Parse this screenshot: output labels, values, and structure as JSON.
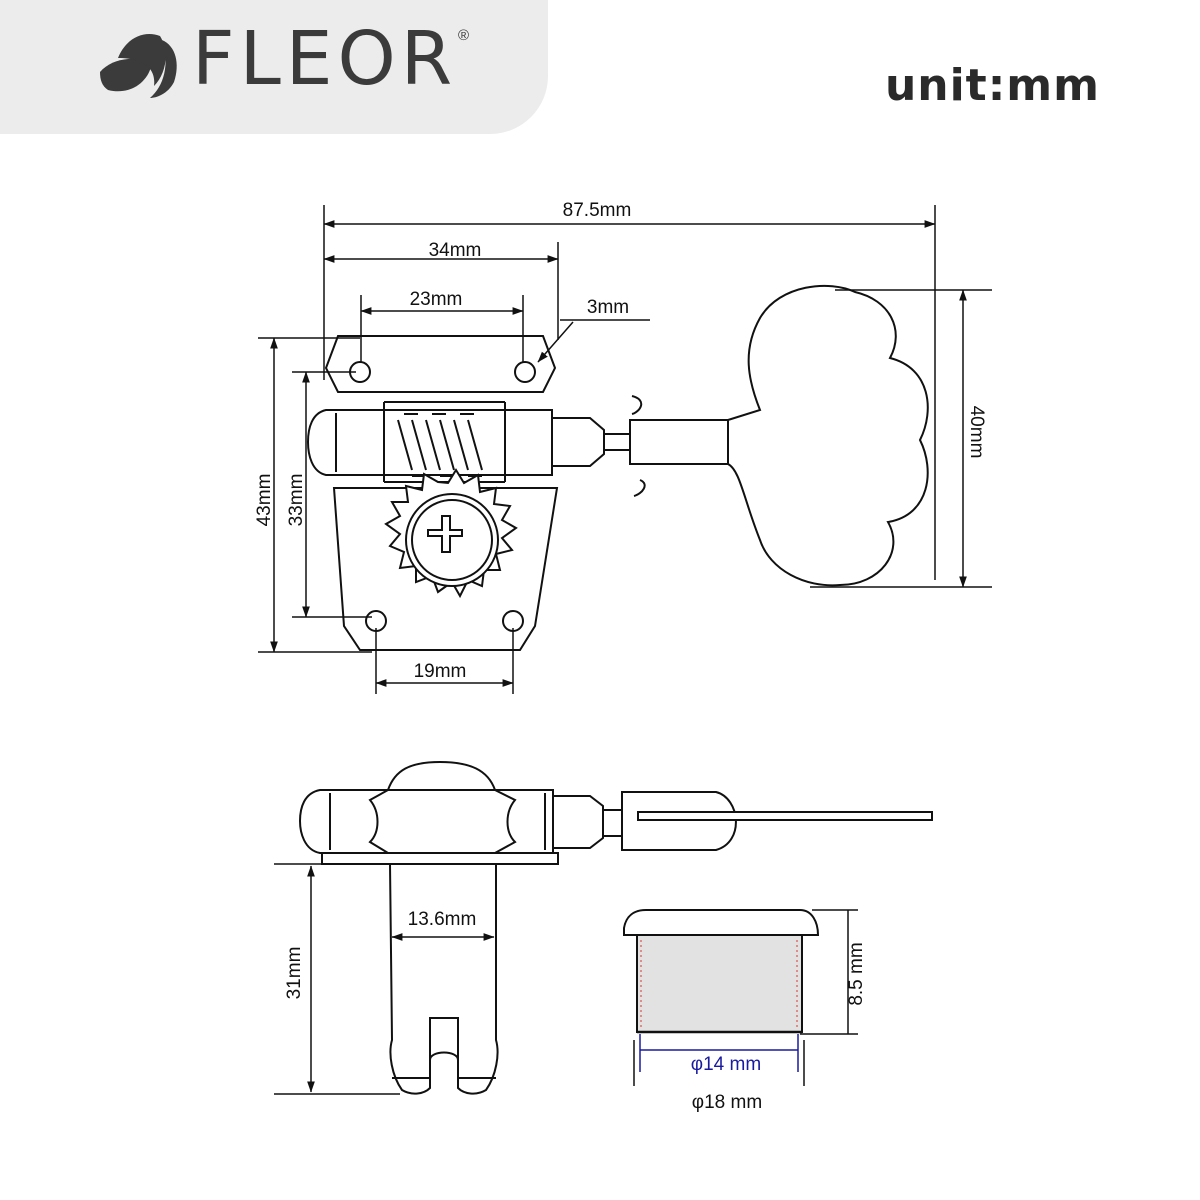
{
  "brand": {
    "name": "FLEOR",
    "registered_mark": "®",
    "logo_icon": "leaf-logo-icon"
  },
  "unit_label": "unit:mm",
  "colors": {
    "header_tab": "#ececec",
    "line": "#111111",
    "bushing_fill": "#e2e2e2",
    "inner_diameter": "#1a1aa0"
  },
  "dimensions": {
    "overall_length": "87.5mm",
    "plate_width": "34mm",
    "top_hole_spacing": "23mm",
    "hole_diameter": "3mm",
    "plate_height": "43mm",
    "hole_vertical_spacing": "33mm",
    "button_height": "40mm",
    "bottom_hole_spacing": "19mm",
    "post_diameter": "13.6mm",
    "post_height": "31mm",
    "bushing_inner": "φ14 mm",
    "bushing_outer": "φ18 mm",
    "bushing_height": "8.5 mm"
  }
}
